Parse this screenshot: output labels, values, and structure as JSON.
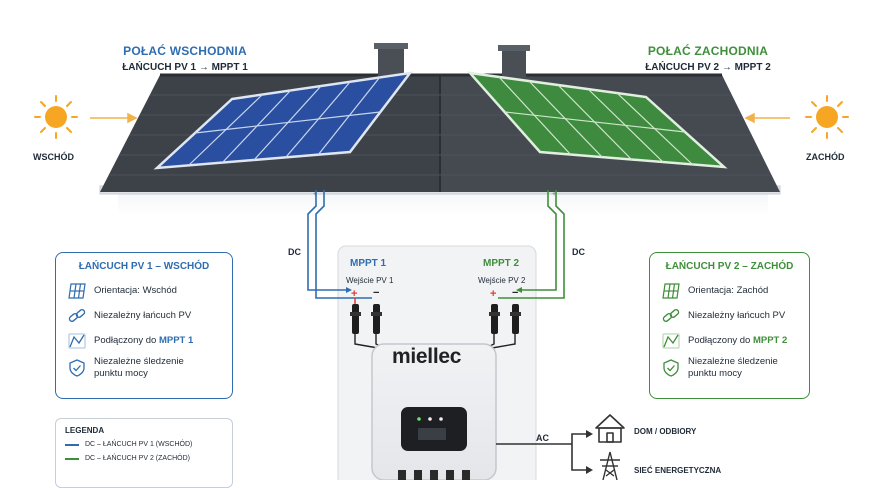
{
  "colors": {
    "east": "#2f6db0",
    "west": "#3f8f3a",
    "east_panel": "#2a4fa0",
    "west_panel": "#3e8a3e",
    "roof": "#3d4248",
    "sun": "#f6a623",
    "ac": "#333333"
  },
  "roof_east": {
    "title": "POŁAĆ WSCHODNIA",
    "subtitle": "ŁAŃCUCH PV 1 → MPPT 1"
  },
  "roof_west": {
    "title": "POŁAĆ ZACHODNIA",
    "subtitle": "ŁAŃCUCH PV 2 → MPPT 2"
  },
  "sun_east": {
    "label": "WSCHÓD",
    "icon": "sun-icon"
  },
  "sun_west": {
    "label": "ZACHÓD",
    "icon": "sun-icon"
  },
  "wiring": {
    "dc_left": "DC",
    "dc_right": "DC",
    "ac": "AC",
    "plus": "+",
    "minus": "−"
  },
  "inverter": {
    "brand": "miellec",
    "mppt1": {
      "title": "MPPT 1",
      "input": "Wejście PV 1"
    },
    "mppt2": {
      "title": "MPPT 2",
      "input": "Wejście PV 2"
    }
  },
  "card_east": {
    "title": "ŁAŃCUCH PV 1 – WSCHÓD",
    "rows": [
      {
        "icon": "solar-panel-icon",
        "text": "Orientacja: Wschód"
      },
      {
        "icon": "chain-link-icon",
        "text": "Niezależny łańcuch PV"
      },
      {
        "icon": "connection-icon",
        "text": "Podłączony do ",
        "bold": "MPPT 1"
      },
      {
        "icon": "shield-check-icon",
        "text": "Niezależne śledzenie",
        "text2": "punktu mocy"
      }
    ]
  },
  "card_west": {
    "title": "ŁAŃCUCH PV 2 – ZACHÓD",
    "rows": [
      {
        "icon": "solar-panel-icon",
        "text": "Orientacja: Zachód"
      },
      {
        "icon": "chain-link-icon",
        "text": "Niezależny łańcuch PV"
      },
      {
        "icon": "connection-icon",
        "text": "Podłączony do ",
        "bold": "MPPT 2"
      },
      {
        "icon": "shield-check-icon",
        "text": "Niezależne śledzenie",
        "text2": "punktu mocy"
      }
    ]
  },
  "legend": {
    "title": "LEGENDA",
    "items": [
      {
        "label": "DC – ŁAŃCUCH PV 1 (WSCHÓD)",
        "color": "#2f6db0"
      },
      {
        "label": "DC – ŁAŃCUCH PV 2 (ZACHÓD)",
        "color": "#3f8f3a"
      }
    ]
  },
  "outputs": {
    "home": {
      "label": "DOM / ODBIORY",
      "icon": "house-icon"
    },
    "grid": {
      "label": "SIEĆ ENERGETYCZNA",
      "icon": "power-pylon-icon"
    }
  }
}
